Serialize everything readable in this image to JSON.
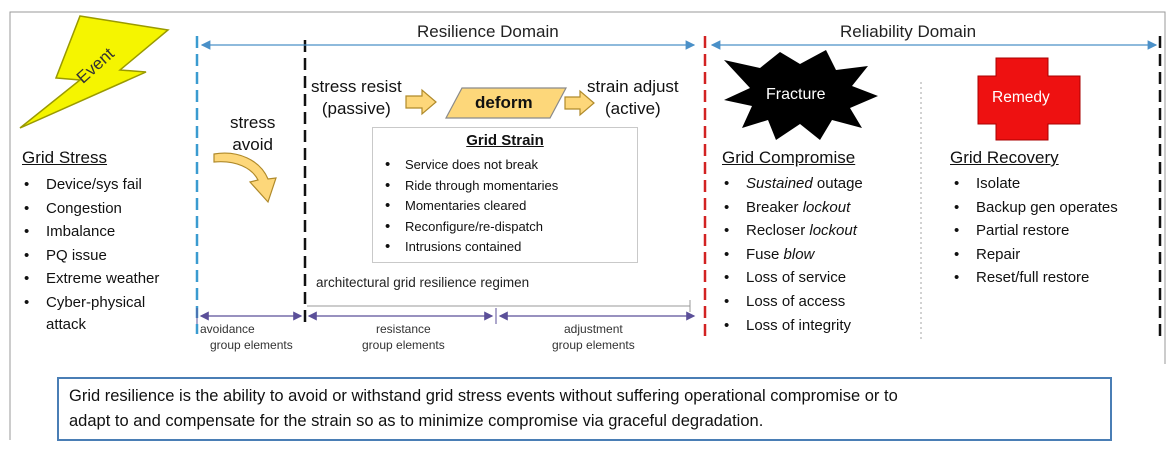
{
  "domains": {
    "resilience": "Resilience Domain",
    "reliability": "Reliability Domain"
  },
  "event": {
    "label": "Event",
    "color": "#f5f500"
  },
  "grid_stress": {
    "title": "Grid Stress",
    "items": [
      "Device/sys fail",
      "Congestion",
      "Imbalance",
      "PQ issue",
      "Extreme weather",
      "Cyber-physical",
      "attack"
    ]
  },
  "stress_avoid": {
    "line1": "stress",
    "line2": "avoid"
  },
  "stress_resist": {
    "line1": "stress resist",
    "line2": "(passive)"
  },
  "deform": {
    "label": "deform",
    "color": "#fdd77a"
  },
  "strain_adjust": {
    "line1": "strain adjust",
    "line2": "(active)"
  },
  "grid_strain": {
    "title": "Grid Strain",
    "items": [
      "Service does not break",
      "Ride through momentaries",
      "Momentaries  cleared",
      "Reconfigure/re-dispatch",
      "Intrusions contained"
    ]
  },
  "regimen": "architectural grid resilience  regimen",
  "groups": {
    "avoidance": {
      "line1": "avoidance",
      "line2": "group elements"
    },
    "resistance": {
      "line1": "resistance",
      "line2": "group elements"
    },
    "adjustment": {
      "line1": "adjustment",
      "line2": "group elements"
    }
  },
  "fracture": {
    "label": "Fracture"
  },
  "grid_compromise": {
    "title": "Grid Compromise",
    "items": [
      {
        "pre": "",
        "em": "Sustained",
        "post": " outage"
      },
      {
        "pre": "Breaker ",
        "em": "lockout",
        "post": ""
      },
      {
        "pre": "Recloser ",
        "em": "lockout",
        "post": ""
      },
      {
        "pre": "Fuse ",
        "em": "blow",
        "post": ""
      },
      {
        "pre": "Loss of service",
        "em": "",
        "post": ""
      },
      {
        "pre": "Loss of access",
        "em": "",
        "post": ""
      },
      {
        "pre": "Loss of integrity",
        "em": "",
        "post": ""
      }
    ]
  },
  "remedy": {
    "label": "Remedy",
    "color": "#ee1111"
  },
  "grid_recovery": {
    "title": "Grid Recovery",
    "items": [
      "Isolate",
      "Backup gen operates",
      "Partial restore",
      "Repair",
      "Reset/full restore"
    ]
  },
  "definition": {
    "line1": "Grid resilience is the ability to avoid or withstand grid stress events without suffering operational compromise or to",
    "line2": "adapt to and compensate for the strain so as to minimize compromise via graceful degradation."
  },
  "colors": {
    "blue_divider": "#3a9bd0",
    "red_divider": "#d22222",
    "arrow_purple": "#5b4f99",
    "domain_arrow": "#4a90c8",
    "box_border": "#4a7eb5"
  }
}
